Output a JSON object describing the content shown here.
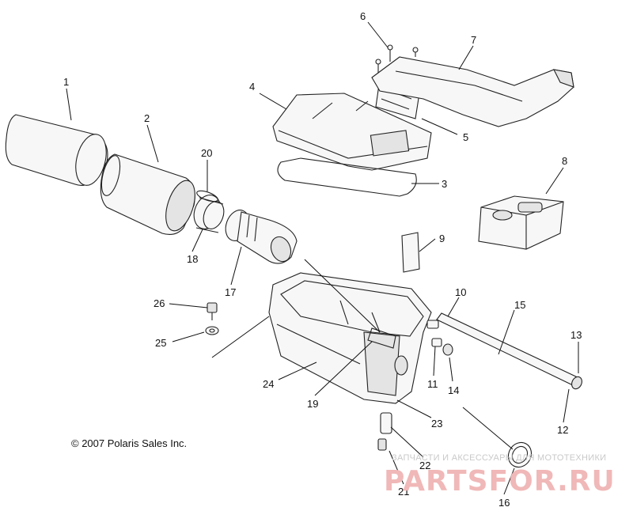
{
  "copyright": "© 2007 Polaris Sales Inc.",
  "watermark": {
    "tagline": "ЗАПЧАСТИ И АКСЕССУАРЫ ДЛЯ МОТОТЕХНИКИ",
    "brand": "PARTSFOR.RU"
  },
  "callouts": [
    "1",
    "2",
    "3",
    "4",
    "5",
    "6",
    "7",
    "8",
    "9",
    "10",
    "11",
    "12",
    "13",
    "14",
    "15",
    "16",
    "17",
    "18",
    "19",
    "20",
    "21",
    "22",
    "23",
    "24",
    "25",
    "26"
  ]
}
